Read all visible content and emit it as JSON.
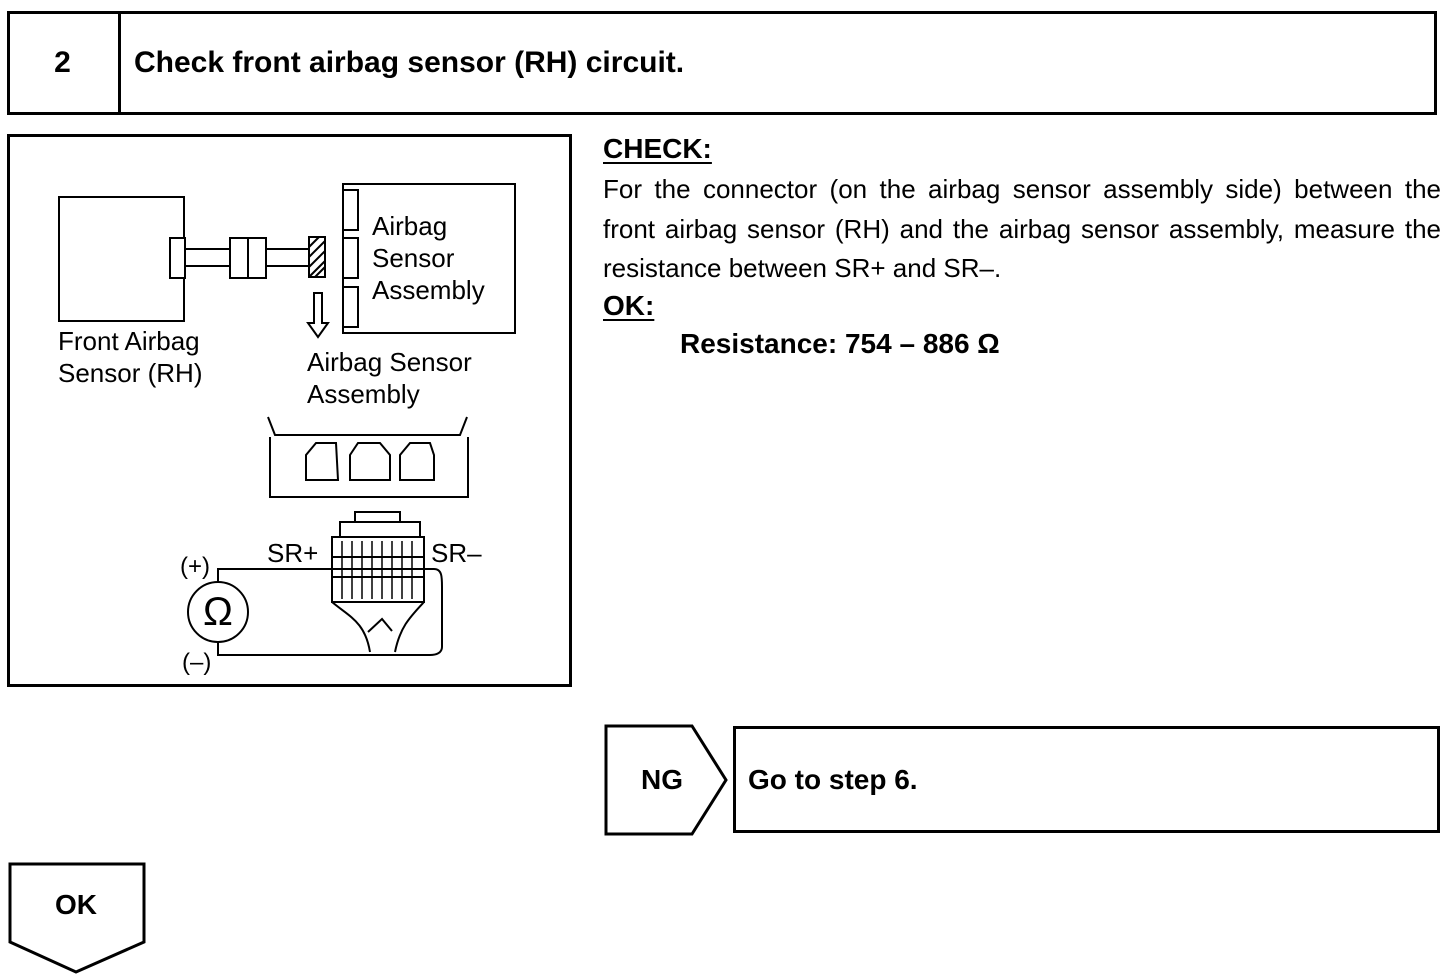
{
  "step": {
    "number": "2",
    "title": "Check front airbag sensor (RH) circuit."
  },
  "figure": {
    "front_sensor_label_line1": "Front Airbag",
    "front_sensor_label_line2": "Sensor (RH)",
    "assembly_label_line1": "Airbag",
    "assembly_label_line2": "Sensor",
    "assembly_label_line3": "Assembly",
    "pointer_label_line1": "Airbag Sensor",
    "pointer_label_line2": "Assembly",
    "terminal_plus": "SR+",
    "terminal_minus": "SR–",
    "meter_plus": "(+)",
    "meter_minus": "(–)",
    "meter_symbol": "Ω"
  },
  "check": {
    "heading": "CHECK:",
    "body": "For the connector (on the airbag sensor assembly side) between the front airbag sensor (RH) and the airbag sensor assembly, measure the resistance between SR+ and SR–."
  },
  "ok_spec": {
    "heading": "OK:",
    "value": "Resistance: 754 – 886 Ω"
  },
  "ng_branch": {
    "label": "NG",
    "result": "Go to step 6."
  },
  "ok_branch": {
    "label": "OK"
  }
}
